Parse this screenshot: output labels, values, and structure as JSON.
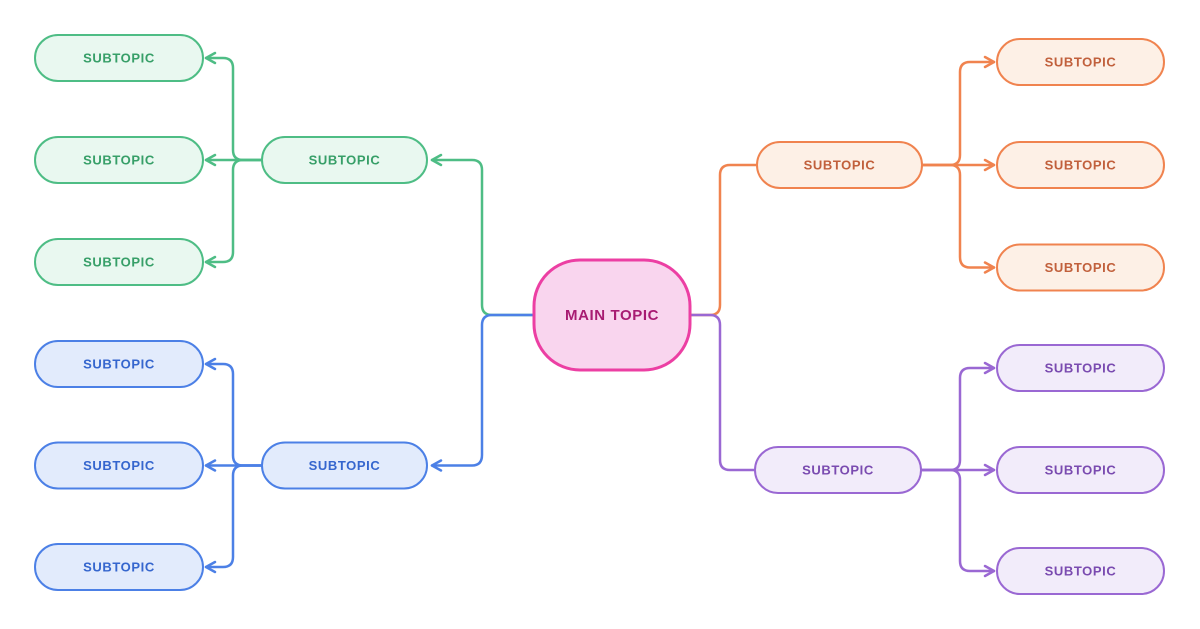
{
  "palette": {
    "background": "#ffffff",
    "pink": {
      "stroke": "#EC3FA3",
      "fill": "#F9D5EE",
      "text": "#A81B72"
    },
    "green": {
      "stroke": "#4EBD85",
      "fill": "#E9F8F0",
      "text": "#379F68"
    },
    "blue": {
      "stroke": "#4C80E6",
      "fill": "#E2EBFC",
      "text": "#3566CE"
    },
    "orange": {
      "stroke": "#F0834F",
      "fill": "#FDF0E6",
      "text": "#C1603C"
    },
    "purple": {
      "stroke": "#9A68D3",
      "fill": "#F2ECFA",
      "text": "#7A4BB0"
    }
  },
  "mindmap": {
    "main": {
      "label": "MAIN TOPIC"
    },
    "branches": [
      {
        "id": "top-left",
        "color": "green",
        "label": "SUBTOPIC",
        "children": [
          {
            "label": "SUBTOPIC"
          },
          {
            "label": "SUBTOPIC"
          },
          {
            "label": "SUBTOPIC"
          }
        ]
      },
      {
        "id": "bottom-left",
        "color": "blue",
        "label": "SUBTOPIC",
        "children": [
          {
            "label": "SUBTOPIC"
          },
          {
            "label": "SUBTOPIC"
          },
          {
            "label": "SUBTOPIC"
          }
        ]
      },
      {
        "id": "top-right",
        "color": "orange",
        "label": "SUBTOPIC",
        "children": [
          {
            "label": "SUBTOPIC"
          },
          {
            "label": "SUBTOPIC"
          },
          {
            "label": "SUBTOPIC"
          }
        ]
      },
      {
        "id": "bottom-right",
        "color": "purple",
        "label": "SUBTOPIC",
        "children": [
          {
            "label": "SUBTOPIC"
          },
          {
            "label": "SUBTOPIC"
          },
          {
            "label": "SUBTOPIC"
          }
        ]
      }
    ]
  }
}
